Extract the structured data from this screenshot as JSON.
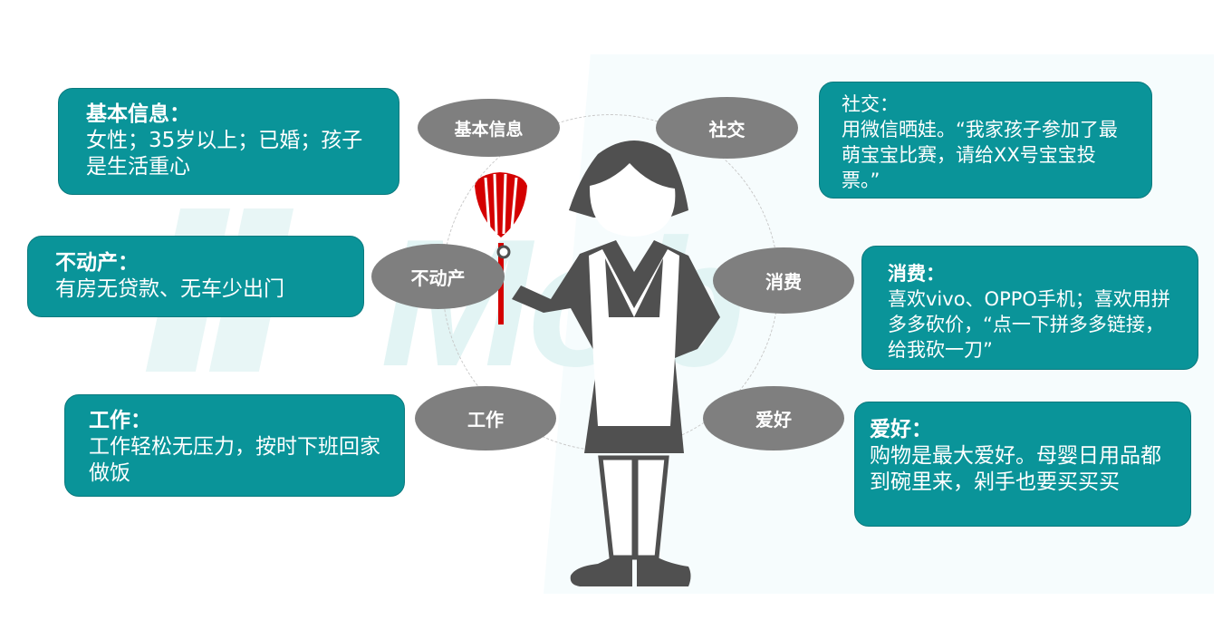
{
  "colors": {
    "box_fill": "#0a9499",
    "box_border": "#0b7a7e",
    "ellipse_fill": "#7f7f7f",
    "figure": "#505050",
    "accent_red": "#d40000"
  },
  "watermark": "Mob",
  "topics": [
    {
      "label": "基本信息",
      "title": "基本信息：",
      "text": "女性；35岁以上；已婚；孩子是生活重心"
    },
    {
      "label": "社交",
      "title": "社交：",
      "text": "用微信晒娃。“我家孩子参加了最萌宝宝比赛，请给XX号宝宝投票。”"
    },
    {
      "label": "不动产",
      "title": "不动产：",
      "text": "有房无贷款、无车少出门"
    },
    {
      "label": "消费",
      "title": "消费：",
      "text": "喜欢vivo、OPPO手机；喜欢用拼多多砍价，“点一下拼多多链接，给我砍一刀”"
    },
    {
      "label": "工作",
      "title": "工作：",
      "text": "工作轻松无压力，按时下班回家做饭"
    },
    {
      "label": "爱好",
      "title": "爱好：",
      "text": "购物是最大爱好。母婴日用品都到碗里来，剁手也要买买买"
    }
  ]
}
